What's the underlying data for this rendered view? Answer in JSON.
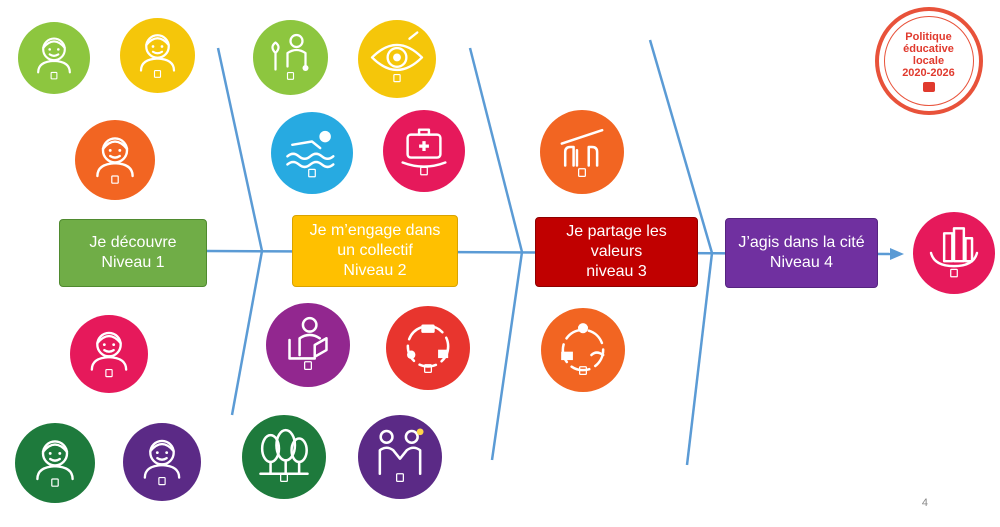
{
  "colors": {
    "axis": "#5b9bd5",
    "level1": "#70ad47",
    "level2": "#ffc000",
    "level3": "#c00000",
    "level4": "#7030a0"
  },
  "levels": [
    {
      "line1": "Je découvre",
      "line2": "Niveau 1",
      "line3": ""
    },
    {
      "line1": "Je m’engage dans",
      "line2": "un collectif",
      "line3": "Niveau 2"
    },
    {
      "line1": "Je partage les",
      "line2": "valeurs",
      "line3": "niveau 3"
    },
    {
      "line1": "J’agis dans la cité",
      "line2": "Niveau 4",
      "line3": ""
    }
  ],
  "badge": {
    "line1": "Politique",
    "line2": "éducative",
    "line3": "locale",
    "line4": "2020-2026"
  },
  "icons": [
    {
      "name": "child-face-icon",
      "color": "#8dc63f"
    },
    {
      "name": "child-face-icon",
      "color": "#f5c60a"
    },
    {
      "name": "child-face-icon",
      "color": "#f26522"
    },
    {
      "name": "child-face-icon",
      "color": "#e6195b"
    },
    {
      "name": "child-face-icon",
      "color": "#1e7a3c"
    },
    {
      "name": "child-face-icon",
      "color": "#5b2a86"
    },
    {
      "name": "growth-person-icon",
      "color": "#8dc63f"
    },
    {
      "name": "eye-palette-icon",
      "color": "#f5c60a"
    },
    {
      "name": "swimmer-icon",
      "color": "#27aae1"
    },
    {
      "name": "first-aid-kit-icon",
      "color": "#e6195b"
    },
    {
      "name": "reading-person-icon",
      "color": "#92278f"
    },
    {
      "name": "digital-cycle-icon",
      "color": "#e8352e"
    },
    {
      "name": "trees-icon",
      "color": "#1e7a3c"
    },
    {
      "name": "handshake-people-icon",
      "color": "#5b2a86"
    },
    {
      "name": "raised-hands-icon",
      "color": "#f26522"
    },
    {
      "name": "idea-cycle-icon",
      "color": "#f26522"
    },
    {
      "name": "city-hands-icon",
      "color": "#e6195b"
    }
  ],
  "page_number": "4"
}
